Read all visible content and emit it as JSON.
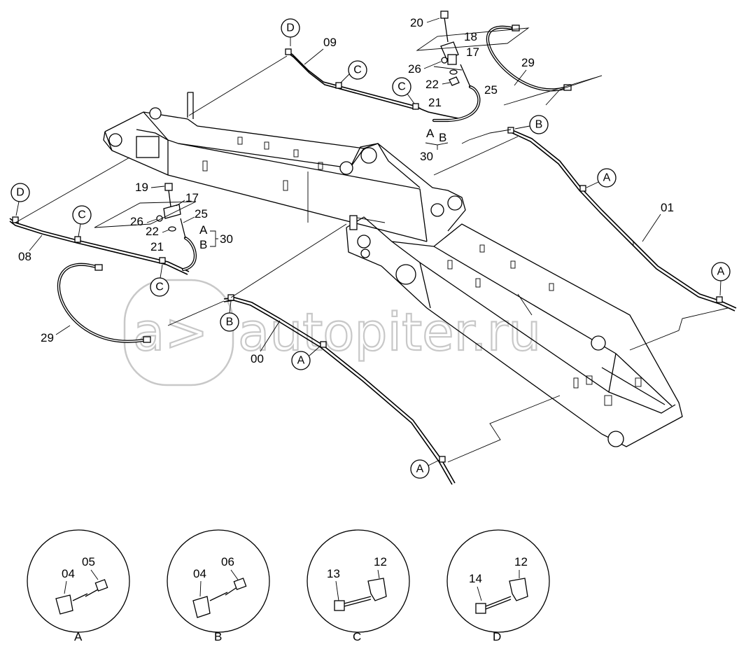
{
  "watermark": {
    "text": "autopiter.ru",
    "logo_text": "a>"
  },
  "callouts": [
    {
      "id": "D",
      "name": "callout-d-top"
    },
    {
      "id": "C",
      "name": "callout-c-top-1"
    },
    {
      "id": "C",
      "name": "callout-c-top-2"
    },
    {
      "id": "B",
      "name": "callout-b-right"
    },
    {
      "id": "A",
      "name": "callout-a-right-1"
    },
    {
      "id": "A",
      "name": "callout-a-right-2"
    },
    {
      "id": "D",
      "name": "callout-d-left"
    },
    {
      "id": "C",
      "name": "callout-c-left-1"
    },
    {
      "id": "C",
      "name": "callout-c-left-2"
    },
    {
      "id": "B",
      "name": "callout-b-lower"
    },
    {
      "id": "A",
      "name": "callout-a-lower-1"
    },
    {
      "id": "A",
      "name": "callout-a-lower-2"
    }
  ],
  "part_labels": {
    "p20": "20",
    "p18": "18",
    "p17a": "17",
    "p26a": "26",
    "p22a": "22",
    "p25a": "25",
    "p21a": "21",
    "p29a": "29",
    "p09": "09",
    "pA1": "A",
    "pB1": "B",
    "p30a": "30",
    "p01": "01",
    "p19": "19",
    "p17b": "17",
    "p26b": "26",
    "p25b": "25",
    "p22b": "22",
    "pA2": "A",
    "pB2": "B",
    "p30b": "30",
    "p21b": "21",
    "p08": "08",
    "p29b": "29",
    "p00": "00"
  },
  "details": [
    {
      "caption": "A",
      "parts": [
        "04",
        "05"
      ]
    },
    {
      "caption": "B",
      "parts": [
        "04",
        "06"
      ]
    },
    {
      "caption": "C",
      "parts": [
        "13",
        "12"
      ]
    },
    {
      "caption": "D",
      "parts": [
        "14",
        "12"
      ]
    }
  ]
}
